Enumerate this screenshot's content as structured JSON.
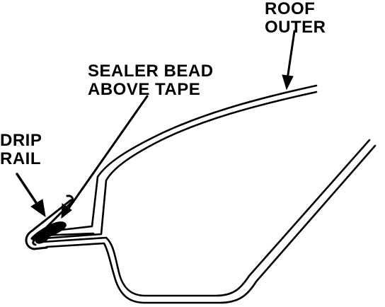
{
  "labels": {
    "roof_outer": [
      "ROOF",
      "OUTER"
    ],
    "sealer_bead": [
      "SEALER BEAD",
      "ABOVE TAPE"
    ],
    "drip_rail": [
      "DRIP",
      "RAIL"
    ]
  },
  "colors": {
    "ink": "#000000",
    "background": "#ffffff"
  }
}
